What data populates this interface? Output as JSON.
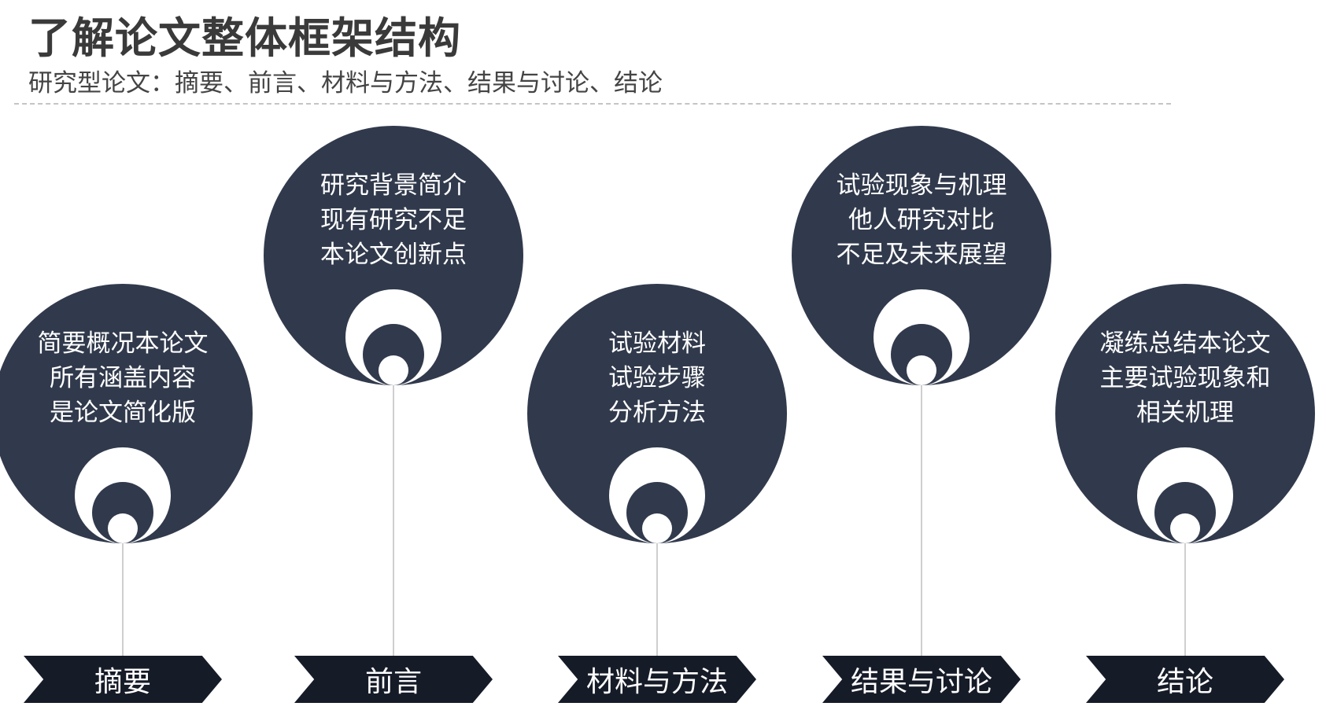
{
  "header": {
    "title": "了解论文整体框架结构",
    "subtitle": "研究型论文：摘要、前言、材料与方法、结果与讨论、结论"
  },
  "colors": {
    "bubble": "#313a4c",
    "chevron": "#161b28",
    "title": "#3a3a3a",
    "stem": "#cfcfcf"
  },
  "sections": [
    {
      "label": "摘要",
      "lines": [
        "简要概况本论文",
        "所有涵盖内容",
        "是论文简化版"
      ]
    },
    {
      "label": "前言",
      "lines": [
        "研究背景简介",
        "现有研究不足",
        "本论文创新点"
      ]
    },
    {
      "label": "材料与方法",
      "lines": [
        "试验材料",
        "试验步骤",
        "分析方法"
      ]
    },
    {
      "label": "结果与讨论",
      "lines": [
        "试验现象与机理",
        "他人研究对比",
        "不足及未来展望"
      ]
    },
    {
      "label": "结论",
      "lines": [
        "凝练总结本论文",
        "主要试验现象和",
        "相关机理"
      ]
    }
  ]
}
